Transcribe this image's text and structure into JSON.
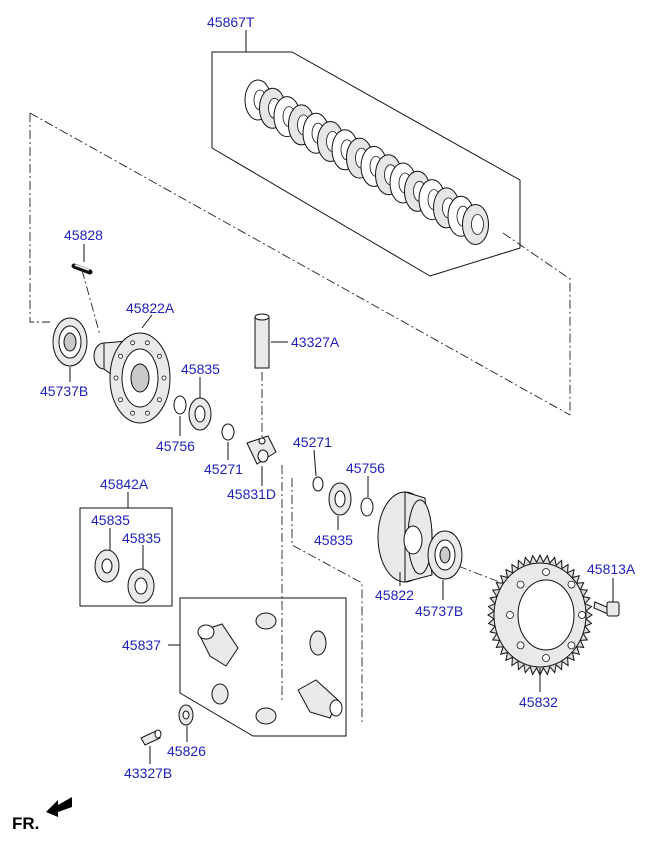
{
  "labels": {
    "p45867T": "45867T",
    "p45828": "45828",
    "p45822A": "45822A",
    "p43327A": "43327A",
    "p45737B_left": "45737B",
    "p45835_a": "45835",
    "p45756_a": "45756",
    "p45271_a": "45271",
    "p45271_b": "45271",
    "p45756_b": "45756",
    "p45831D": "45831D",
    "p45842A": "45842A",
    "p45835_b": "45835",
    "p45835_c": "45835",
    "p45835_d": "45835",
    "p45822": "45822",
    "p45737B_right": "45737B",
    "p45813A": "45813A",
    "p45837": "45837",
    "p45832": "45832",
    "p45826": "45826",
    "p43327B": "43327B"
  },
  "orientation": {
    "text": "FR.",
    "icon": "arrow-front-icon"
  },
  "colors": {
    "label": "#1f1fbf",
    "line": "#111111",
    "background": "#ffffff"
  }
}
